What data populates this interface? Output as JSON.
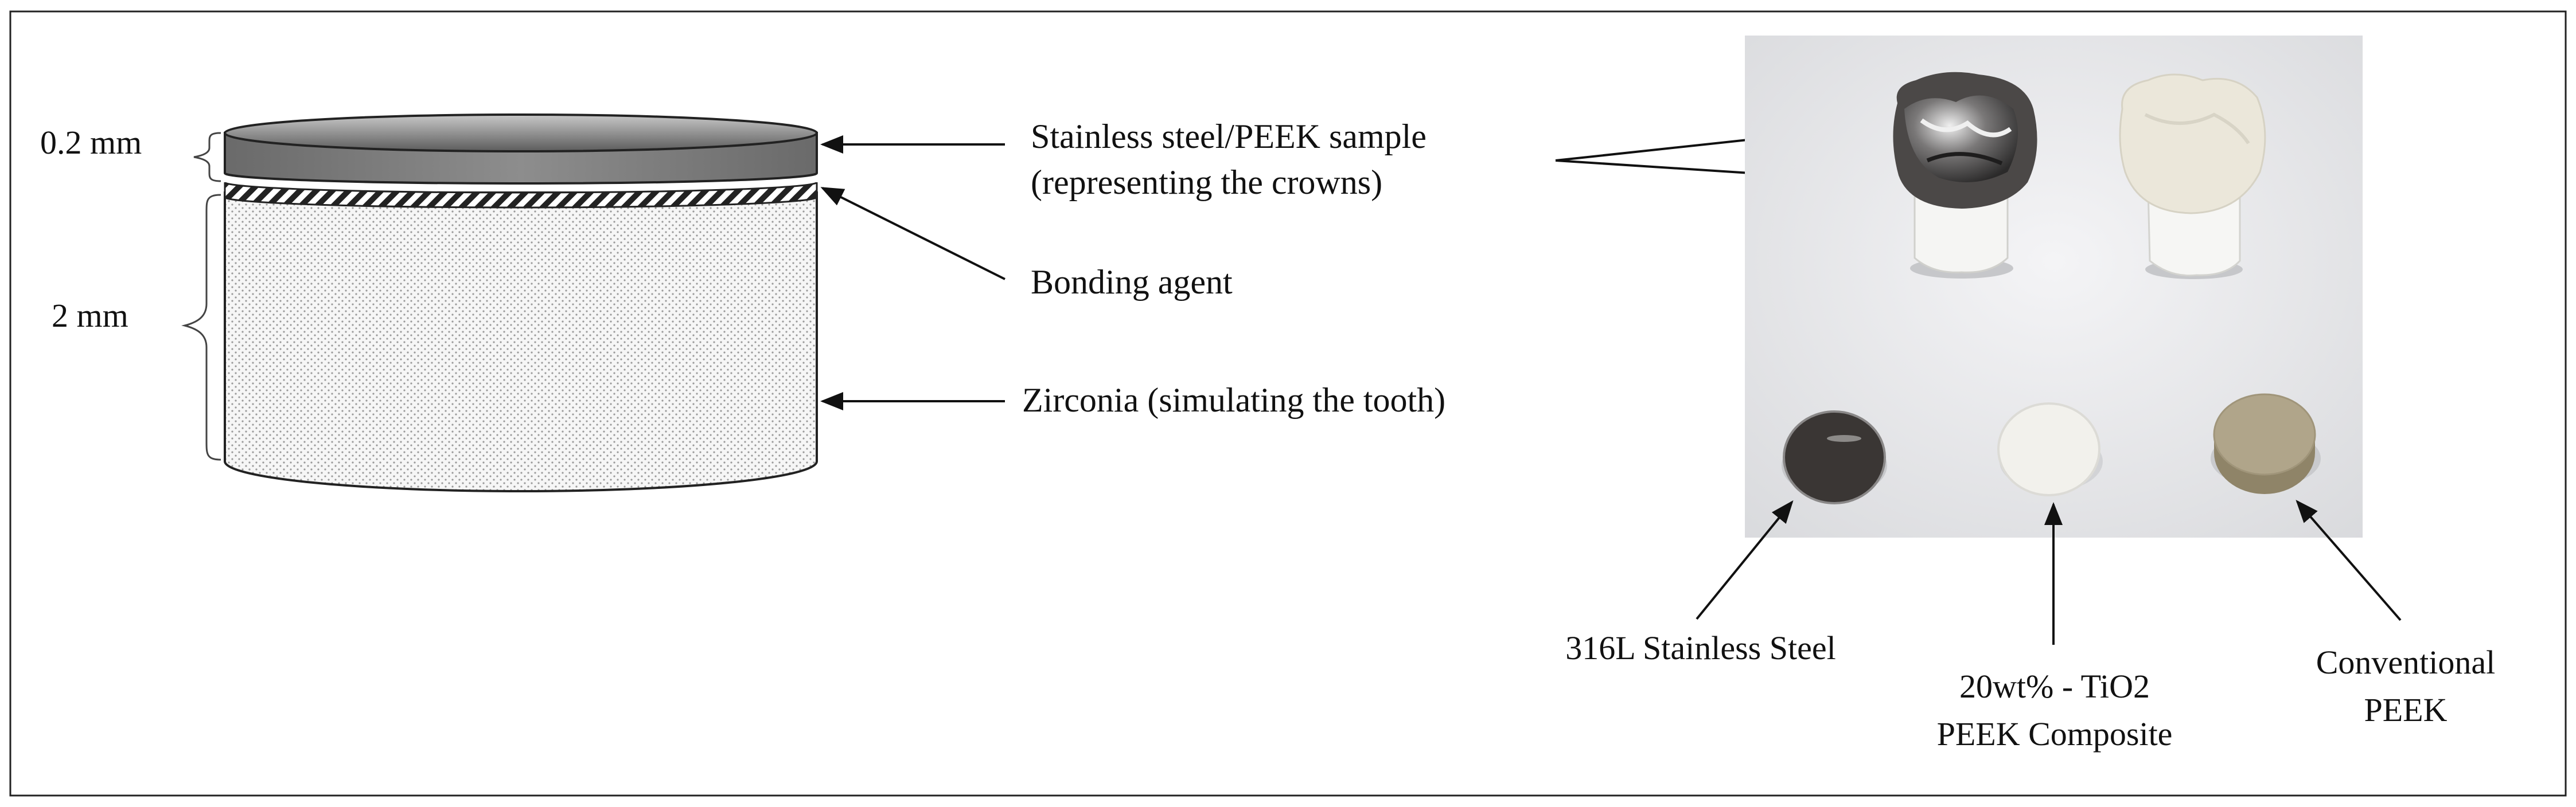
{
  "layer_diagram": {
    "dimensions": {
      "top_thickness": "0.2 mm",
      "bottom_thickness": "2 mm"
    },
    "labels": {
      "sample_line1": "Stainless steel/PEEK sample",
      "sample_line2": "(representing the crowns)",
      "bonding": "Bonding agent",
      "zirconia": "Zirconia (simulating the tooth)"
    }
  },
  "photo_panel": {
    "sample_labels": {
      "steel": "316L Stainless Steel",
      "composite_line1": "20wt% - TiO2",
      "composite_line2": "PEEK Composite",
      "peek_line1": "Conventional",
      "peek_line2": "PEEK"
    },
    "colors": {
      "background": "#ecedef",
      "steel_disc": "#3a3634",
      "composite_disc": "#f2f1ec",
      "peek_disc": "#b0a58a",
      "crown_white": "#ebe7da"
    }
  }
}
